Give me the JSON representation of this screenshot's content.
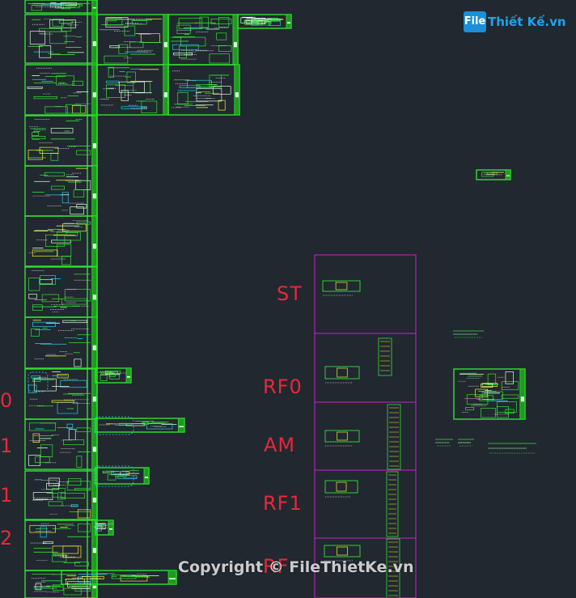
{
  "colors": {
    "background": "#212830",
    "frame": "#33e033",
    "frame_dark": "#1f9a1f",
    "fill_light": "#d8ffd8",
    "accent_yellow": "#f5f02a",
    "accent_cyan": "#28c8e8",
    "accent_magenta": "#cc22cc",
    "label_red": "#e8283a",
    "white": "#ffffff"
  },
  "left_labels": [
    "0",
    "1",
    "1",
    "2"
  ],
  "column_labels": [
    "ST",
    "RF0",
    "AM",
    "RF1",
    "RF"
  ],
  "logo": {
    "badge": "File",
    "text": "Thiết Kế.vn"
  },
  "watermark": "Copyright © FileThietKe.vn"
}
